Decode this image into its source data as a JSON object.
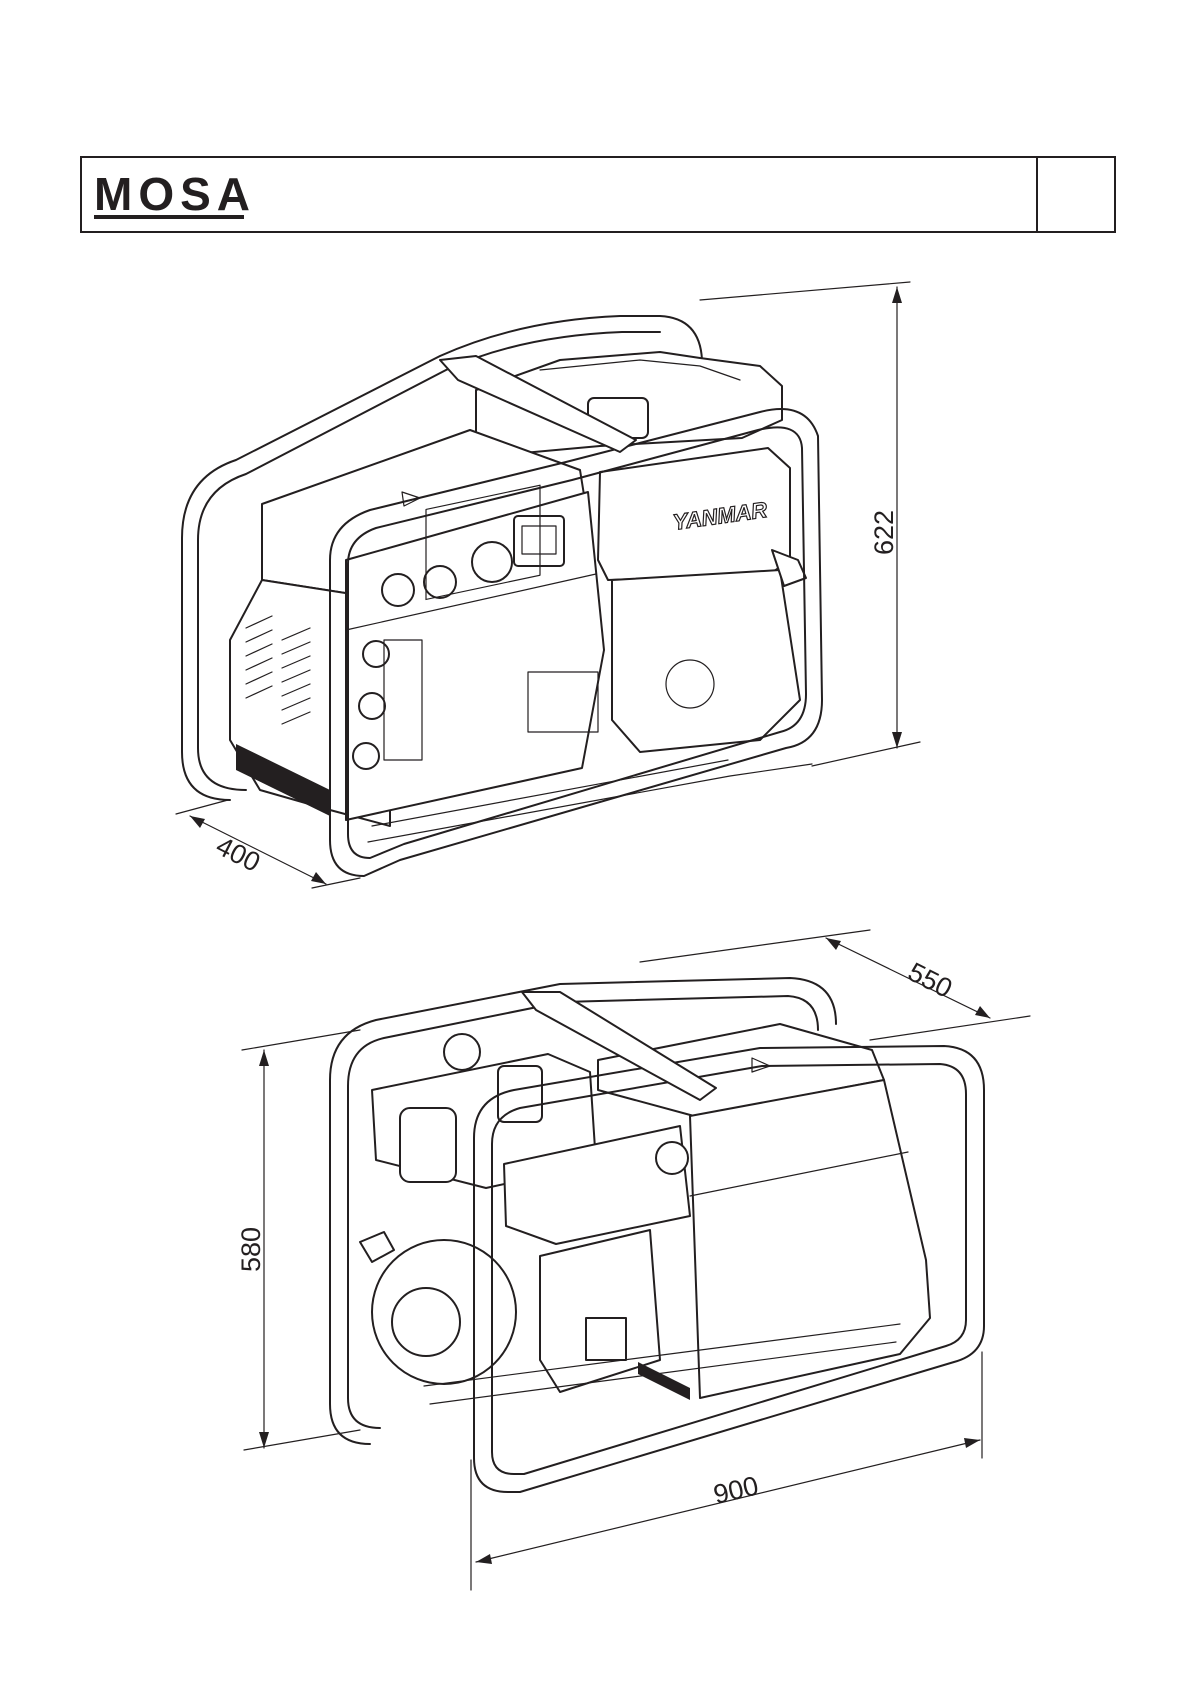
{
  "header": {
    "brand": "MOSA",
    "page_number": ""
  },
  "views": {
    "front_view": {
      "engine_brand": "YANMAR",
      "dim_height": "622",
      "dim_depth": "400"
    },
    "rear_view": {
      "dim_depth": "550",
      "dim_height": "580",
      "dim_length": "900"
    }
  }
}
